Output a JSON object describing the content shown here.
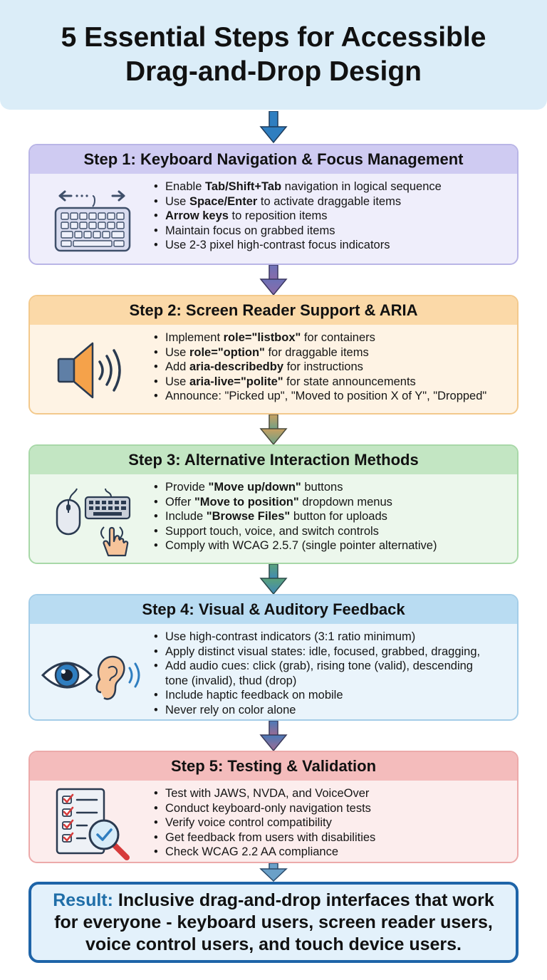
{
  "title": {
    "line1": "5 Essential Steps for Accessible",
    "line2": "Drag-and-Drop Design"
  },
  "colors": {
    "step1": "#dcdaf5",
    "step2": "#fde5c5",
    "step3": "#d6efd6",
    "step4": "#d6eaf7",
    "step5": "#fbd8d8",
    "result_border": "#1e64a8",
    "result_label": "#1f6ea8"
  },
  "steps": [
    {
      "title": "Step 1: Keyboard Navigation & Focus Management",
      "icon": "keyboard-icon",
      "bullets": [
        [
          "Enable ",
          "Tab/Shift+Tab",
          " navigation in logical sequence"
        ],
        [
          "Use ",
          "Space/Enter",
          " to activate draggable items"
        ],
        [
          "",
          "Arrow keys",
          " to reposition items"
        ],
        [
          "Maintain focus on grabbed items",
          "",
          ""
        ],
        [
          "Use 2-3 pixel high-contrast focus indicators",
          "",
          ""
        ]
      ]
    },
    {
      "title": "Step 2: Screen Reader Support & ARIA",
      "icon": "speaker-icon",
      "bullets": [
        [
          "Implement ",
          "role=\"listbox\"",
          " for containers"
        ],
        [
          "Use ",
          "role=\"option\"",
          " for draggable items"
        ],
        [
          "Add ",
          "aria-describedby",
          " for instructions"
        ],
        [
          "Use ",
          "aria-live=\"polite\"",
          " for state announcements"
        ],
        [
          "Announce: \"Picked up\", \"Moved to position X of Y\", \"Dropped\"",
          "",
          ""
        ]
      ]
    },
    {
      "title": "Step 3: Alternative Interaction Methods",
      "icon": "mouse-keyboard-touch-icon",
      "bullets": [
        [
          "Provide ",
          "\"Move up/down\"",
          " buttons"
        ],
        [
          "Offer ",
          "\"Move to position\"",
          " dropdown menus"
        ],
        [
          "Include ",
          "\"Browse Files\"",
          " button for uploads"
        ],
        [
          "Support touch, voice, and switch controls",
          "",
          ""
        ],
        [
          "Comply with WCAG 2.5.7 (single pointer alternative)",
          "",
          ""
        ]
      ]
    },
    {
      "title": "Step 4: Visual & Auditory Feedback",
      "icon": "eye-ear-icon",
      "bullets": [
        [
          "Use high-contrast indicators (3:1 ratio minimum)",
          "",
          ""
        ],
        [
          "Apply distinct visual states: idle, focused, grabbed, dragging,",
          "",
          ""
        ],
        [
          "Add audio cues: click (grab), rising tone (valid), descending",
          "",
          ""
        ],
        [
          "",
          "",
          ""
        ],
        [
          "Include haptic feedback on mobile",
          "",
          ""
        ],
        [
          "Never rely on color alone",
          "",
          ""
        ]
      ],
      "continuation": "tone (invalid), thud (drop)"
    },
    {
      "title": "Step 5: Testing & Validation",
      "icon": "checklist-magnifier-icon",
      "bullets": [
        [
          "Test with JAWS, NVDA, and VoiceOver",
          "",
          ""
        ],
        [
          "Conduct keyboard-only navigation tests",
          "",
          ""
        ],
        [
          "Verify voice control compatibility",
          "",
          ""
        ],
        [
          "Get feedback from users with disabilities",
          "",
          ""
        ],
        [
          "Check WCAG 2.2 AA compliance",
          "",
          ""
        ]
      ]
    }
  ],
  "result": {
    "label": "Result:",
    "line1": " Inclusive drag-and-drop interfaces that work",
    "line2": "for everyone - keyboard users, screen reader users,",
    "line3": "voice control users, and touch device users."
  }
}
